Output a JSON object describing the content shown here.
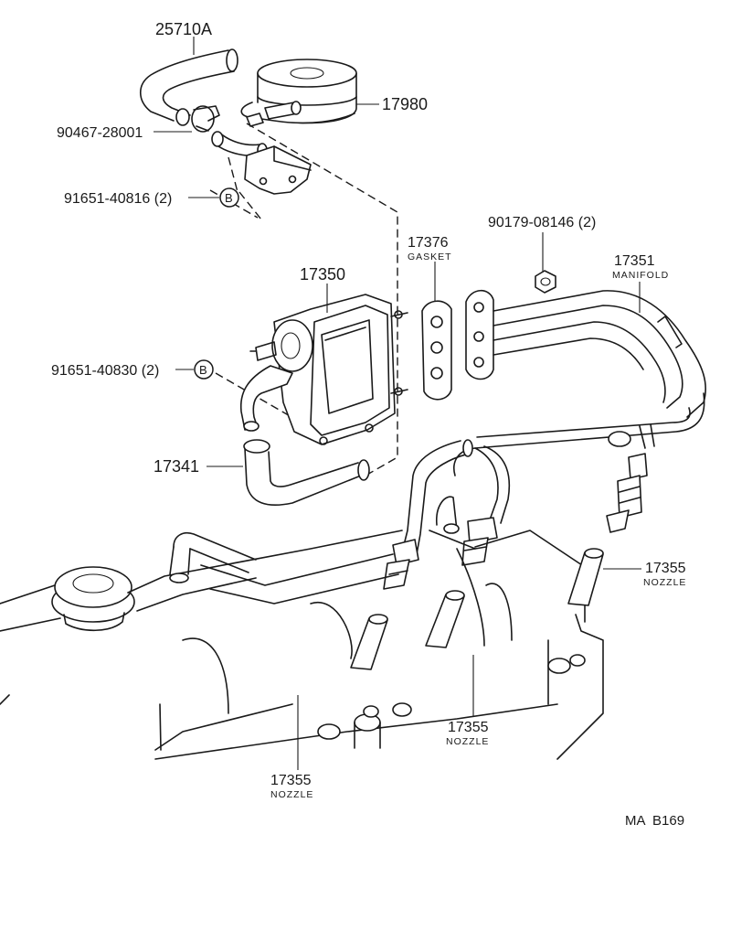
{
  "labels": {
    "hose_top": "25710A",
    "valve_top": "17980",
    "clamp": "90467-28001",
    "bolt_upper": "91651-40816 (2)",
    "bolt_upper_ref": "B",
    "gasket_num": "17376",
    "gasket_name": "GASKET",
    "nut": "90179-08146 (2)",
    "manifold_num": "17351",
    "manifold_name": "MANIFOLD",
    "valve_assy": "17350",
    "bolt_lower": "91651-40830 (2)",
    "bolt_lower_ref": "B",
    "hose_lower": "17341",
    "nozzle_right_num": "17355",
    "nozzle_right_name": "NOZZLE",
    "nozzle_mid_num": "17355",
    "nozzle_mid_name": "NOZZLE",
    "nozzle_left_num": "17355",
    "nozzle_left_name": "NOZZLE",
    "figure_code": "MA  B169"
  }
}
